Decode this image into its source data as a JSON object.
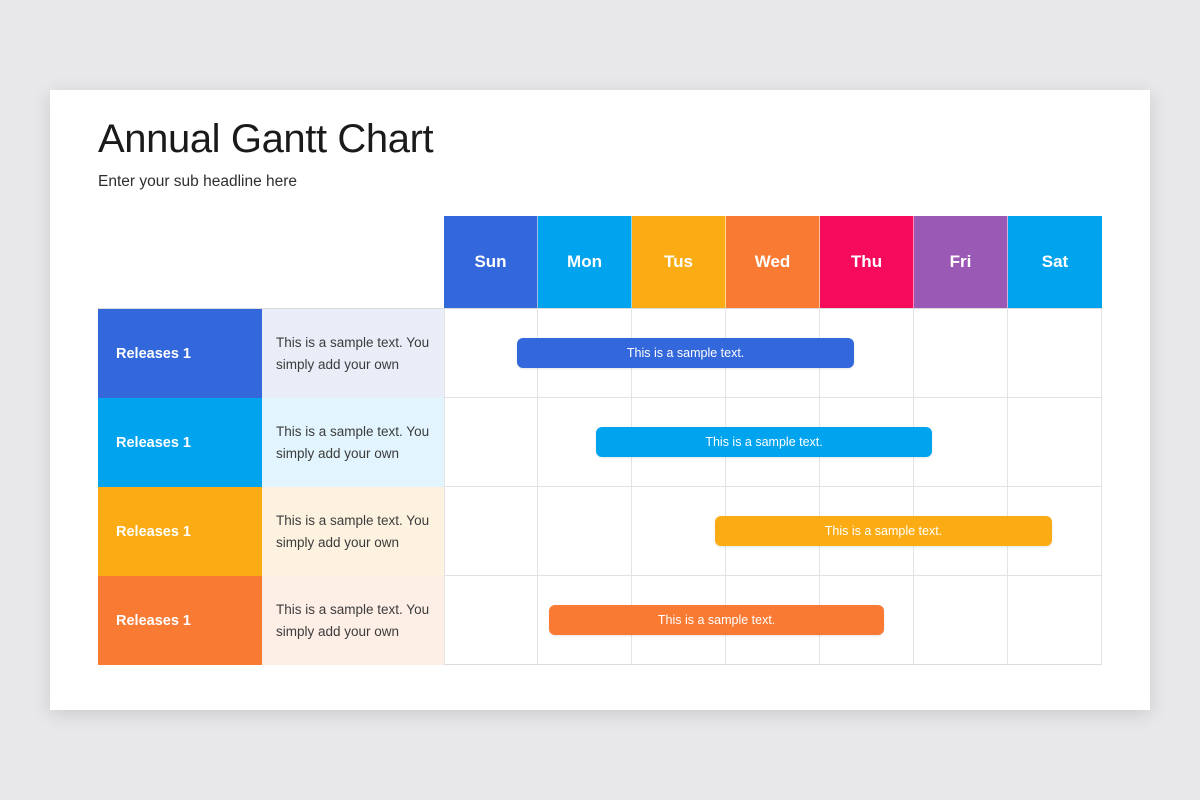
{
  "slide": {
    "title": "Annual Gantt Chart",
    "subtitle": "Enter your sub headline here",
    "background_color": "#e8e8ea",
    "card_color": "#ffffff"
  },
  "chart_data": {
    "type": "bar",
    "chart_kind": "gantt",
    "title": "Annual Gantt Chart",
    "subtitle": "Enter your sub headline here",
    "xlabel": "",
    "ylabel": "",
    "grid": true,
    "legend_position": "none",
    "categories": [
      "Sun",
      "Mon",
      "Tus",
      "Wed",
      "Thu",
      "Fri",
      "Sat"
    ],
    "column_colors": [
      "#3367dc",
      "#00a3ee",
      "#fbac14",
      "#f97a33",
      "#f50a5c",
      "#9b59b6",
      "#00a3ee"
    ],
    "column_count": 7,
    "axis_unit": "day",
    "tasks": [
      {
        "label": "Releases 1",
        "description": "This is a sample text. You simply add your own",
        "bar_text": "This is a sample text.",
        "color": "#3367dc",
        "tint": "#e9edf8",
        "start_day": 0.78,
        "end_day": 4.36,
        "duration_days": 3.58
      },
      {
        "label": "Releases 1",
        "description": "This is a sample text. You simply add your own",
        "bar_text": "This is a sample text.",
        "color": "#00a3ee",
        "tint": "#e2f4fd",
        "start_day": 1.62,
        "end_day": 5.19,
        "duration_days": 3.57
      },
      {
        "label": "Releases 1",
        "description": "This is a sample text. You simply add your own",
        "bar_text": "This is a sample text.",
        "color": "#fbac14",
        "tint": "#fdf2e0",
        "start_day": 2.88,
        "end_day": 6.47,
        "duration_days": 3.59
      },
      {
        "label": "Releases 1",
        "description": "This is a sample text. You simply add your own",
        "bar_text": "This is a sample text.",
        "color": "#f97a33",
        "tint": "#fdeee6",
        "start_day": 1.12,
        "end_day": 4.68,
        "duration_days": 3.56
      }
    ]
  }
}
